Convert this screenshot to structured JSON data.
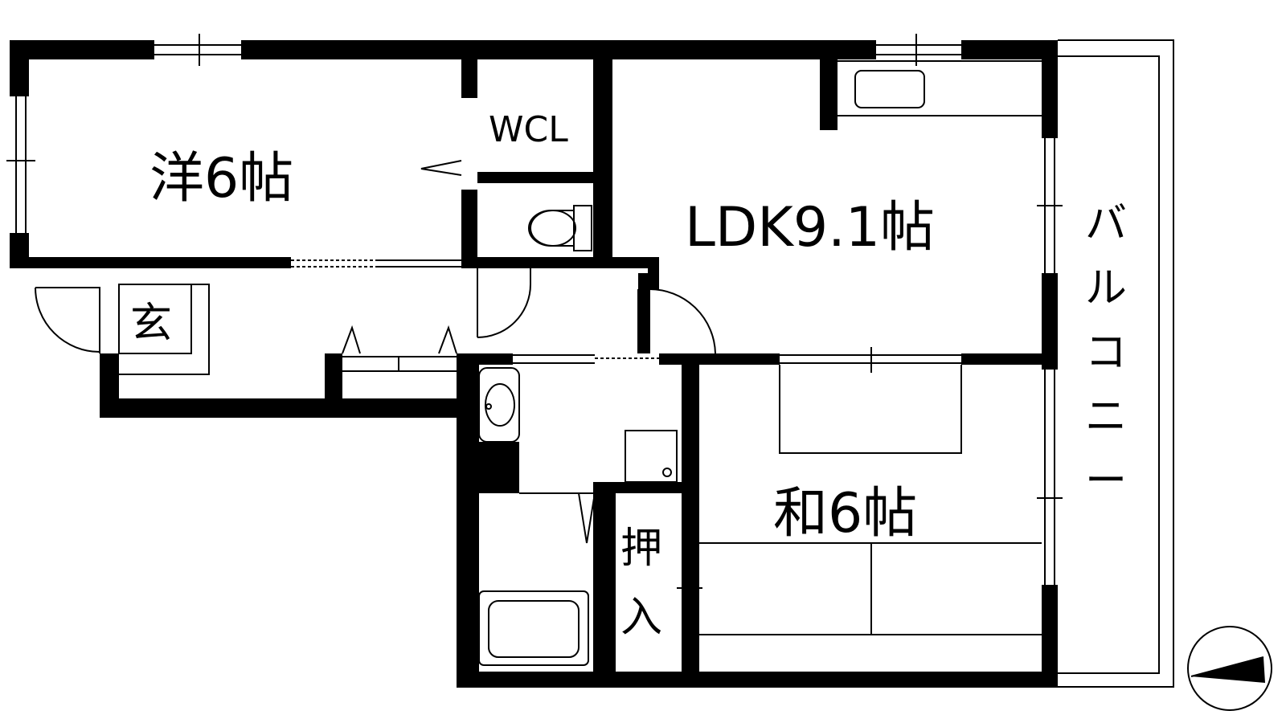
{
  "rooms": {
    "western": "洋6帖",
    "wcl": "WCL",
    "ldk": "LDK9.1帖",
    "entrance": "玄",
    "japanese": "和6帖",
    "closet_top": "押",
    "closet_bottom": "入",
    "balcony": [
      "バ",
      "ル",
      "コ",
      "ニ",
      "ー"
    ]
  },
  "colors": {
    "wall": "#000000",
    "fixture": "#000000",
    "background": "#ffffff"
  },
  "icons": {
    "compass": "north-arrow-icon"
  }
}
